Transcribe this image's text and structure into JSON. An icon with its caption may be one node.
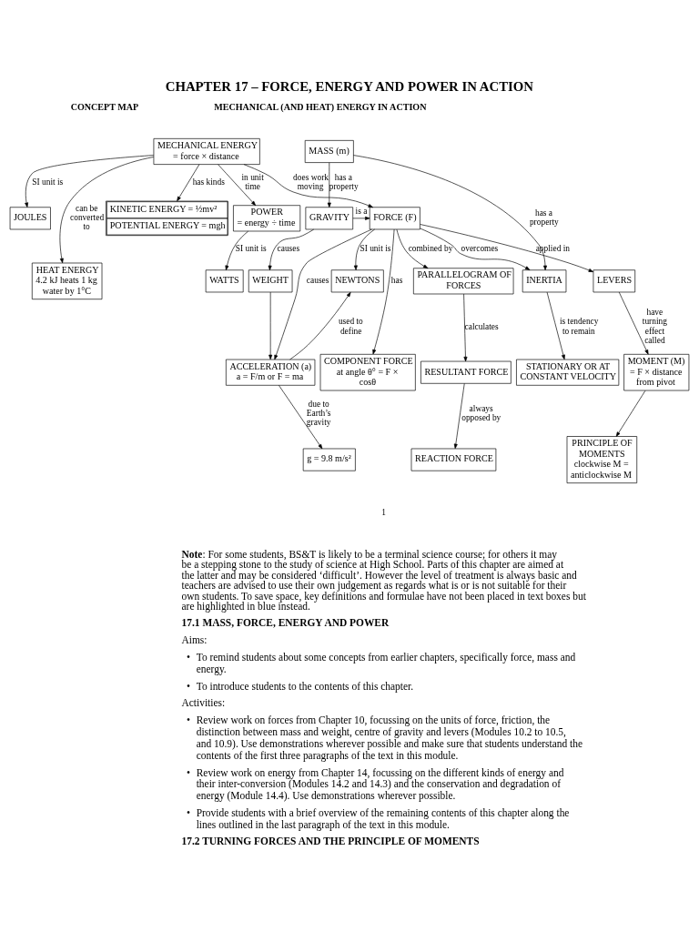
{
  "diagram": {
    "title": "CHAPTER 17 – FORCE, ENERGY AND POWER IN ACTION",
    "nodes": [
      {
        "text": [
          "MECHANICAL ENERGY",
          "= force × distance"
        ]
      },
      {
        "text": [
          "KINETIC ENERGY = ½mv²",
          "POTENTIAL ENERGY = mgh"
        ]
      },
      {
        "text": [
          "MASS (m)"
        ]
      },
      {
        "text": [
          "POWER",
          "= energy ÷ time"
        ]
      },
      {
        "text": [
          "JOULES"
        ]
      },
      {
        "text": [
          "FORCE (F)"
        ]
      },
      {
        "text": [
          "GRAVITY"
        ]
      },
      {
        "text": [
          "INERTIA"
        ]
      },
      {
        "text": [
          "WATTS"
        ]
      },
      {
        "text": [
          "HEAT ENERGY",
          "4.2 kJ heats 1 kg water by 1°C"
        ]
      },
      {
        "text": [
          "NEWTONS"
        ]
      },
      {
        "text": [
          "WEIGHT"
        ]
      },
      {
        "text": [
          "PARALLELOGRAM OF FORCES"
        ]
      },
      {
        "text": [
          "LEVERS"
        ]
      },
      {
        "text": [
          "ACCELERATION (a)",
          "a = F/m or F = ma"
        ]
      },
      {
        "text": [
          "STATIONARY OR AT CONSTANT VELOCITY"
        ]
      },
      {
        "text": [
          "COMPONENT FORCE",
          "at angle θ° = F × cosθ"
        ]
      },
      {
        "text": [
          "RESULTANT FORCE"
        ]
      },
      {
        "text": [
          "MOMENT (M)",
          "= F × distance from pivot"
        ]
      },
      {
        "text": [
          "g = 9.8 m/s²"
        ]
      },
      {
        "text": [
          "REACTION FORCE"
        ]
      },
      {
        "text": [
          "PRINCIPLE OF MOMENTS",
          "clockwise M = anticlockwise M"
        ]
      }
    ],
    "edges": [
      {
        "from": 0,
        "to": 1,
        "arrow": "to",
        "label": "has kinds"
      },
      {
        "from": 0,
        "to": 3,
        "arrow": "to",
        "label": "in unit time"
      },
      {
        "from": 0,
        "to": 9,
        "arrow": "to",
        "label": "can be converted to"
      },
      {
        "from": 0,
        "to": 4,
        "arrow": "to",
        "label": "SI unit is"
      },
      {
        "from": 0,
        "to": 5,
        "arrow": "to",
        "label": "does work moving"
      },
      {
        "from": 3,
        "to": 8,
        "arrow": "to",
        "label": "SI unit is"
      },
      {
        "from": 2,
        "to": 6,
        "arrow": "to",
        "label": "has a property"
      },
      {
        "from": 2,
        "to": 7,
        "arrow": "to",
        "label": "has a property"
      },
      {
        "from": 6,
        "to": 5,
        "arrow": "to",
        "label": "is a"
      },
      {
        "from": 5,
        "to": 10,
        "arrow": "to",
        "label": "SI unit is"
      },
      {
        "from": 5,
        "to": 7,
        "arrow": "to",
        "label": "overcomes"
      },
      {
        "from": 5,
        "to": 14,
        "arrow": "to",
        "label": "causes"
      },
      {
        "from": 14,
        "to": 10,
        "arrow": "to",
        "label": "used to define"
      },
      {
        "from": 6,
        "to": 11,
        "arrow": "to",
        "label": "causes"
      },
      {
        "from": 11,
        "to": 14,
        "arrow": "to"
      },
      {
        "from": 7,
        "to": 15,
        "arrow": "to",
        "label": "is tendency to remain"
      },
      {
        "from": 5,
        "to": 16,
        "arrow": "to",
        "label": "has"
      },
      {
        "from": 5,
        "to": 12,
        "arrow": "to",
        "label": "combined by"
      },
      {
        "from": 5,
        "to": 13,
        "arrow": "to",
        "label": "applied in"
      },
      {
        "from": 12,
        "to": 17,
        "arrow": "to",
        "label": "calculates"
      },
      {
        "from": 13,
        "to": 18,
        "arrow": "to",
        "label": "have turning effect called"
      },
      {
        "from": 14,
        "to": 19,
        "arrow": "to",
        "label": "due to Earth’s gravity"
      },
      {
        "from": 17,
        "to": 20,
        "arrow": "to",
        "label": "always opposed by"
      },
      {
        "from": 18,
        "to": 21,
        "arrow": "to"
      }
    ],
    "labels": [
      "CONCEPT MAP",
      "MECHANICAL (AND HEAT) ENERGY IN ACTION",
      "1",
      "**Note**: For some students, BS&T is likely to be a terminal science course; for others it may be a stepping stone to the study of science at High School. Parts of this chapter are aimed at the latter and may be considered ‘difficult’. However the level of treatment is always basic and teachers are advised to use their own judgement as regards what is or is not suitable for their own students. To save space, key definitions and formulae have not been placed in text boxes but are highlighted in blue instead.",
      "17.1 MASS, FORCE, ENERGY AND POWER",
      "Aims:",
      "•",
      "To remind students about some concepts from earlier chapters, specifically force, mass and energy.",
      "•",
      "To introduce students to the contents of this chapter.",
      "Activities:",
      "•",
      "Review work on forces from Chapter 10, focussing on the units of force, friction, the distinction between mass and weight, centre of gravity and levers (Modules 10.2 to 10.5, and 10.9). Use demonstrations wherever possible and make sure that students understand the contents of the first three paragraphs of the text in this module.",
      "•",
      "Review work on energy from Chapter 14, focussing on the different kinds of energy and their inter-conversion (Modules 14.2 and 14.3) and the conservation and degradation of energy (Module 14.4). Use demonstrations wherever possible.",
      "•",
      "Provide students with a brief overview of the remaining contents of this chapter along the lines outlined in the last paragraph of the text in this module.",
      "17.2 TURNING FORCES AND THE PRINCIPLE OF MOMENTS"
    ]
  }
}
